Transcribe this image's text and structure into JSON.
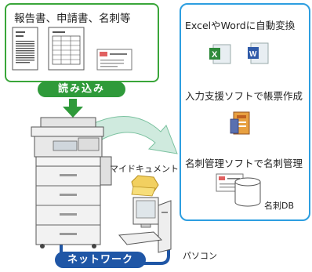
{
  "documents": {
    "title": "報告書、申請書、名刺等"
  },
  "read_label": "読み込み",
  "features": [
    {
      "label": "ExcelやWordに自動変換"
    },
    {
      "label": "入力支援ソフトで帳票作成"
    },
    {
      "label": "名刺管理ソフトで名刺管理"
    }
  ],
  "labels": {
    "my_document": "マイドキュメント",
    "card_db": "名刺DB",
    "pc": "パソコン",
    "network": "ネットワーク"
  },
  "icons": [
    "document-icon",
    "form-icon",
    "business-card-icon",
    "excel-icon",
    "word-icon",
    "form-software-icon",
    "card-db-icon",
    "copier-icon",
    "folder-icon",
    "pc-icon",
    "arrow-down-icon",
    "curved-arrow-icon"
  ],
  "colors": {
    "green": "#3aa63a",
    "blue": "#2d9ee0",
    "network": "#1f56a6"
  }
}
